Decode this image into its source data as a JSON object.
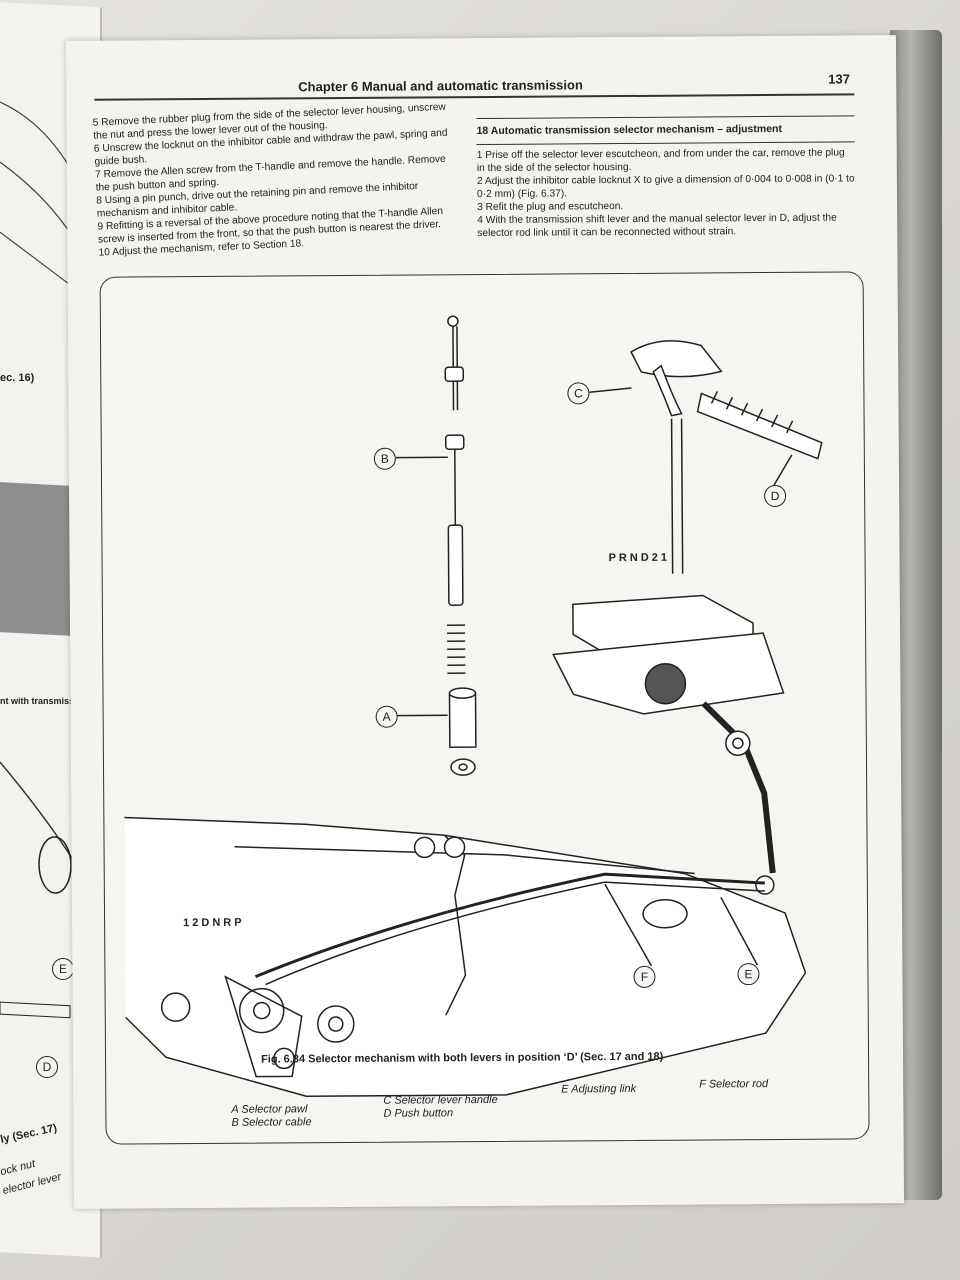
{
  "header": {
    "chapter_title": "Chapter 6  Manual and automatic transmission",
    "page_number": "137"
  },
  "left_column": {
    "paragraphs": [
      "5  Remove the rubber plug from the side of the selector lever housing, unscrew the nut and press the lower lever out of the housing.",
      "6  Unscrew the locknut on the inhibitor cable and withdraw the pawl, spring and guide bush.",
      "7  Remove the Allen screw from the T-handle and remove the handle. Remove the push button and spring.",
      "8  Using a pin punch, drive out the retaining pin and remove the inhibitor mechanism and inhibitor cable.",
      "9  Refitting is a reversal of the above procedure noting that the T-handle Allen screw is inserted from the front, so that the push button is nearest the driver.",
      "10  Adjust the mechanism, refer to Section 18."
    ]
  },
  "right_column": {
    "section_title": "18  Automatic transmission selector mechanism – adjustment",
    "paragraphs": [
      "1   Prise off the selector lever escutcheon, and from under the car, remove the plug in the side of the selector housing.",
      "2   Adjust the inhibitor cable locknut X to give a dimension of 0·004 to 0·008 in (0·1 to 0·2 mm) (Fig. 6.37).",
      "3   Refit the plug and escutcheon.",
      "4   With the transmission shift lever and the manual selector lever in D, adjust the selector rod link until it can be reconnected without strain."
    ]
  },
  "figure": {
    "callouts": [
      "A",
      "B",
      "C",
      "D",
      "E",
      "F"
    ],
    "upper_positions": [
      "P",
      "R",
      "N",
      "D",
      "2",
      "1"
    ],
    "lower_positions": [
      "1",
      "2",
      "D",
      "N",
      "R",
      "P"
    ],
    "caption": "Fig. 6.34 Selector mechanism with both levers in position ‘D’ (Sec. 17 and 18)",
    "legend": {
      "a": "A  Selector pawl",
      "b": "B  Selector cable",
      "c": "C  Selector lever handle",
      "d": "D  Push button",
      "e": "E  Adjusting link",
      "f": "F  Selector rod"
    }
  },
  "left_page": {
    "fragments": [
      "ec. 16)",
      "nt with transmission",
      "ly (Sec. 17)",
      "ock nut",
      "elector lever"
    ],
    "callouts": [
      "E",
      "D"
    ]
  }
}
